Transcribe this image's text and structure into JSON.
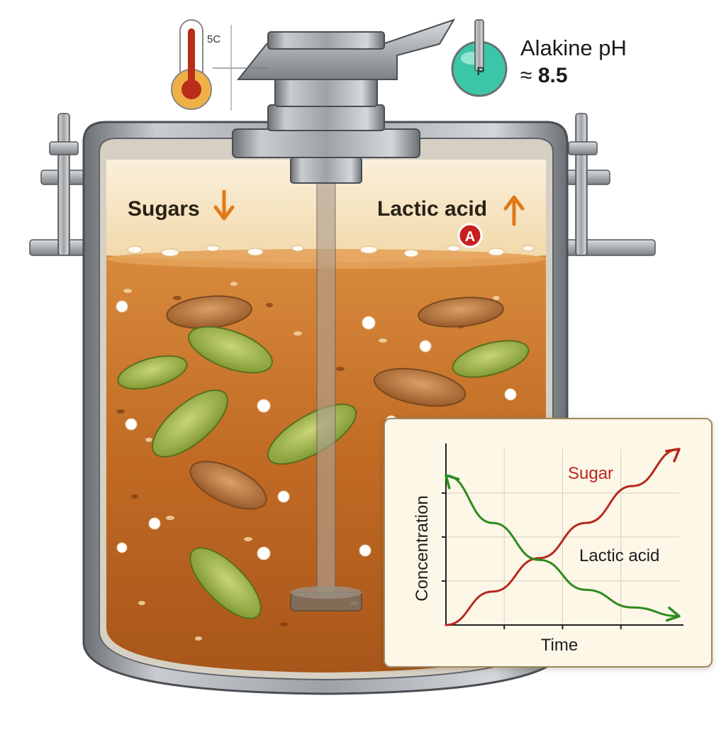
{
  "annotations": {
    "sugars": "Sugars",
    "sugars_arrow": "↓",
    "lactic_acid": "Lactic acid",
    "lactic_arrow": "↑",
    "badge_letter": "A",
    "thermometer_reading": "5C",
    "ph_title": "Alakine pH",
    "ph_approx": "≈ ",
    "ph_value": "8.5",
    "ph_meter_letter": "P"
  },
  "chart_data": {
    "type": "line",
    "xlabel": "Time",
    "ylabel": "Concentration",
    "x": [
      0,
      0.2,
      0.4,
      0.6,
      0.8,
      1.0
    ],
    "series": [
      {
        "name": "Sugar",
        "color": "#b8281e",
        "values": [
          0.0,
          0.19,
          0.38,
          0.58,
          0.79,
          1.0
        ]
      },
      {
        "name": "Lactic acid",
        "color": "#2f8a1e",
        "values": [
          0.85,
          0.58,
          0.37,
          0.2,
          0.1,
          0.05
        ]
      }
    ],
    "xlim": [
      0,
      1
    ],
    "ylim": [
      0,
      1
    ],
    "grid": true
  },
  "colors": {
    "mash": "#b8601e",
    "steel": "#8e9398",
    "sugar_line": "#b8281e",
    "lactic_line": "#2f8a1e",
    "ph_meter": "#3cc6a8"
  }
}
